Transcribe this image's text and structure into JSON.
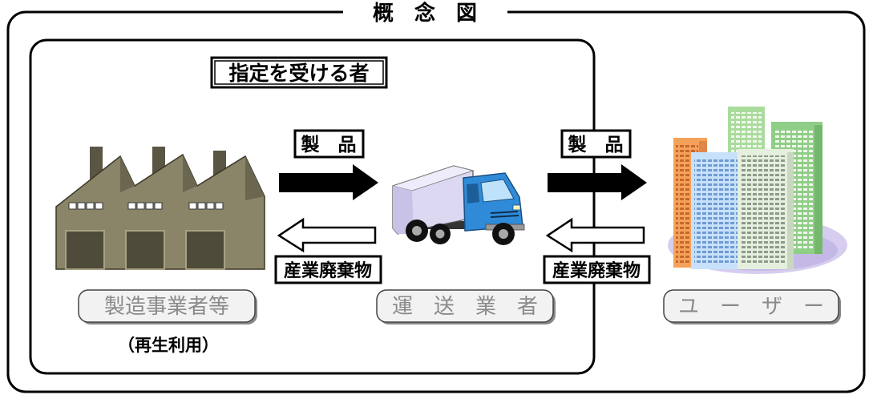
{
  "title": "概　念　図",
  "designated_label": "指定を受ける者",
  "left_flow": {
    "product_label": "製　品",
    "waste_label": "産業廃棄物"
  },
  "right_flow": {
    "product_label": "製　品",
    "waste_label": "産業廃棄物"
  },
  "actors": {
    "manufacturer": "製造事業者等",
    "manufacturer_note": "（再生利用）",
    "transporter": "運　送　業　者",
    "user": "ユ　ー　ザ　ー"
  },
  "icons": {
    "manufacturer": "factory-icon",
    "transporter": "truck-icon",
    "user": "buildings-icon",
    "product_flow": "right-arrow-icon",
    "waste_flow": "left-arrow-icon"
  },
  "colors": {
    "factory": "#8a8468",
    "factory_dark": "#5b5644",
    "truck_cab": "#2f8bd8",
    "truck_box": "#dcd8f2",
    "actor_text": "#8a8a8a",
    "actor_box": "#f2f2f2"
  }
}
